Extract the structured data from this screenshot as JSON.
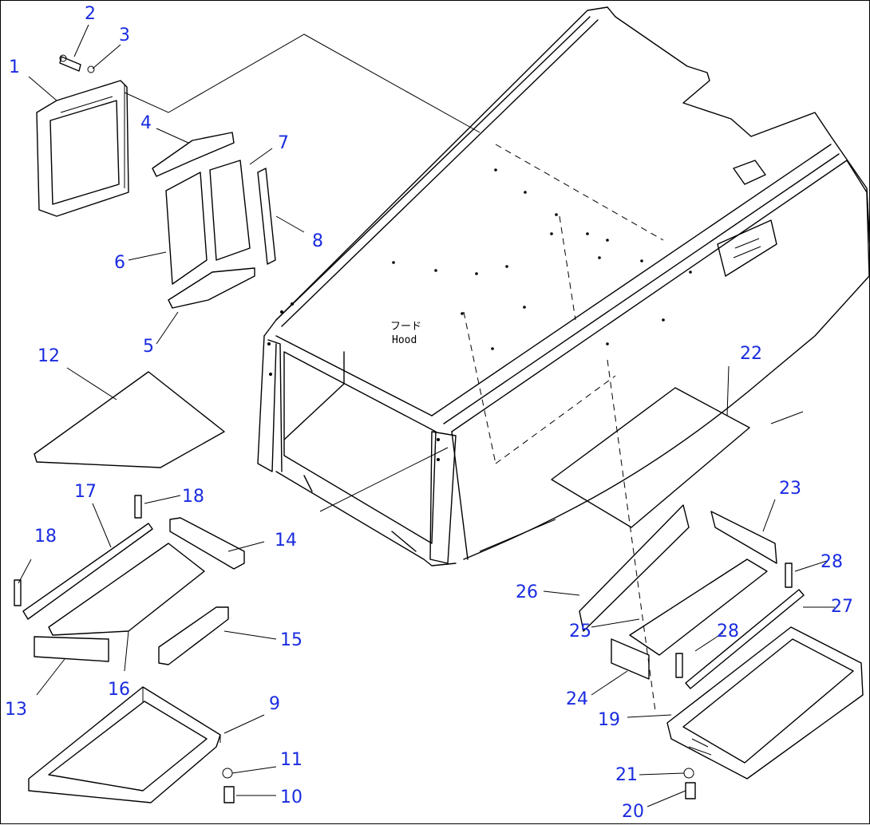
{
  "diagram": {
    "hood_label_jp": "フード",
    "hood_label_en": "Hood",
    "callouts": [
      "1",
      "2",
      "3",
      "4",
      "5",
      "6",
      "7",
      "8",
      "9",
      "10",
      "11",
      "12",
      "13",
      "14",
      "15",
      "16",
      "17",
      "18",
      "18",
      "19",
      "20",
      "21",
      "22",
      "23",
      "24",
      "25",
      "26",
      "27",
      "28",
      "28"
    ]
  },
  "colors": {
    "callout": "#1a2ce0",
    "line": "#000000",
    "background": "#ffffff"
  }
}
